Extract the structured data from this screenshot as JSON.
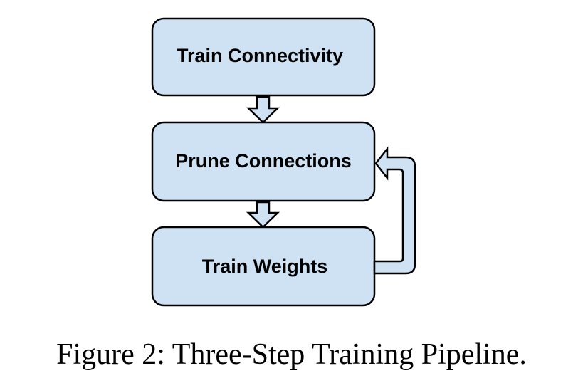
{
  "diagram": {
    "nodes": [
      {
        "id": "train-connectivity",
        "label": "Train Connectivity"
      },
      {
        "id": "prune-connections",
        "label": "Prune Connections"
      },
      {
        "id": "train-weights",
        "label": "Train Weights"
      }
    ],
    "edges": [
      {
        "from": "train-connectivity",
        "to": "prune-connections"
      },
      {
        "from": "prune-connections",
        "to": "train-weights"
      },
      {
        "from": "train-weights",
        "to": "prune-connections"
      }
    ],
    "colors": {
      "box_fill": "#cfe2f3",
      "box_stroke": "#000000",
      "arrow_fill": "#cfe2f3",
      "arrow_stroke": "#000000"
    }
  },
  "caption": "Figure 2: Three-Step Training Pipeline."
}
